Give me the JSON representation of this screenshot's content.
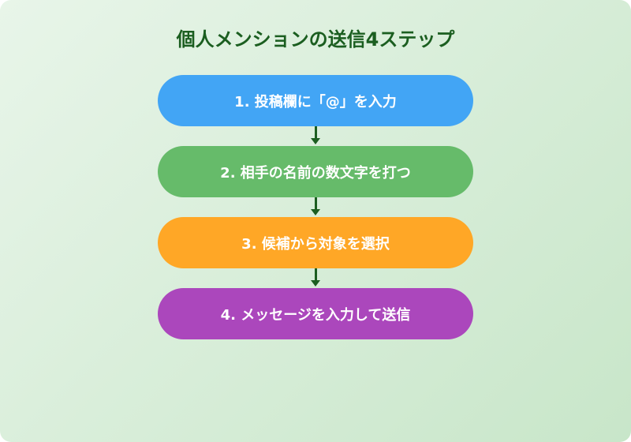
{
  "title": "個人メンションの送信4ステップ",
  "steps": [
    {
      "label": "1. 投稿欄に「@」を入力",
      "color": "#42a5f5"
    },
    {
      "label": "2. 相手の名前の数文字を打つ",
      "color": "#66bb6a"
    },
    {
      "label": "3. 候補から対象を選択",
      "color": "#ffa726"
    },
    {
      "label": "4. メッセージを入力して送信",
      "color": "#ab47bc"
    }
  ],
  "colors": {
    "title": "#1b5e20",
    "arrow": "#1b5e20",
    "background_start": "#e8f5e9",
    "background_end": "#c8e6c9"
  }
}
